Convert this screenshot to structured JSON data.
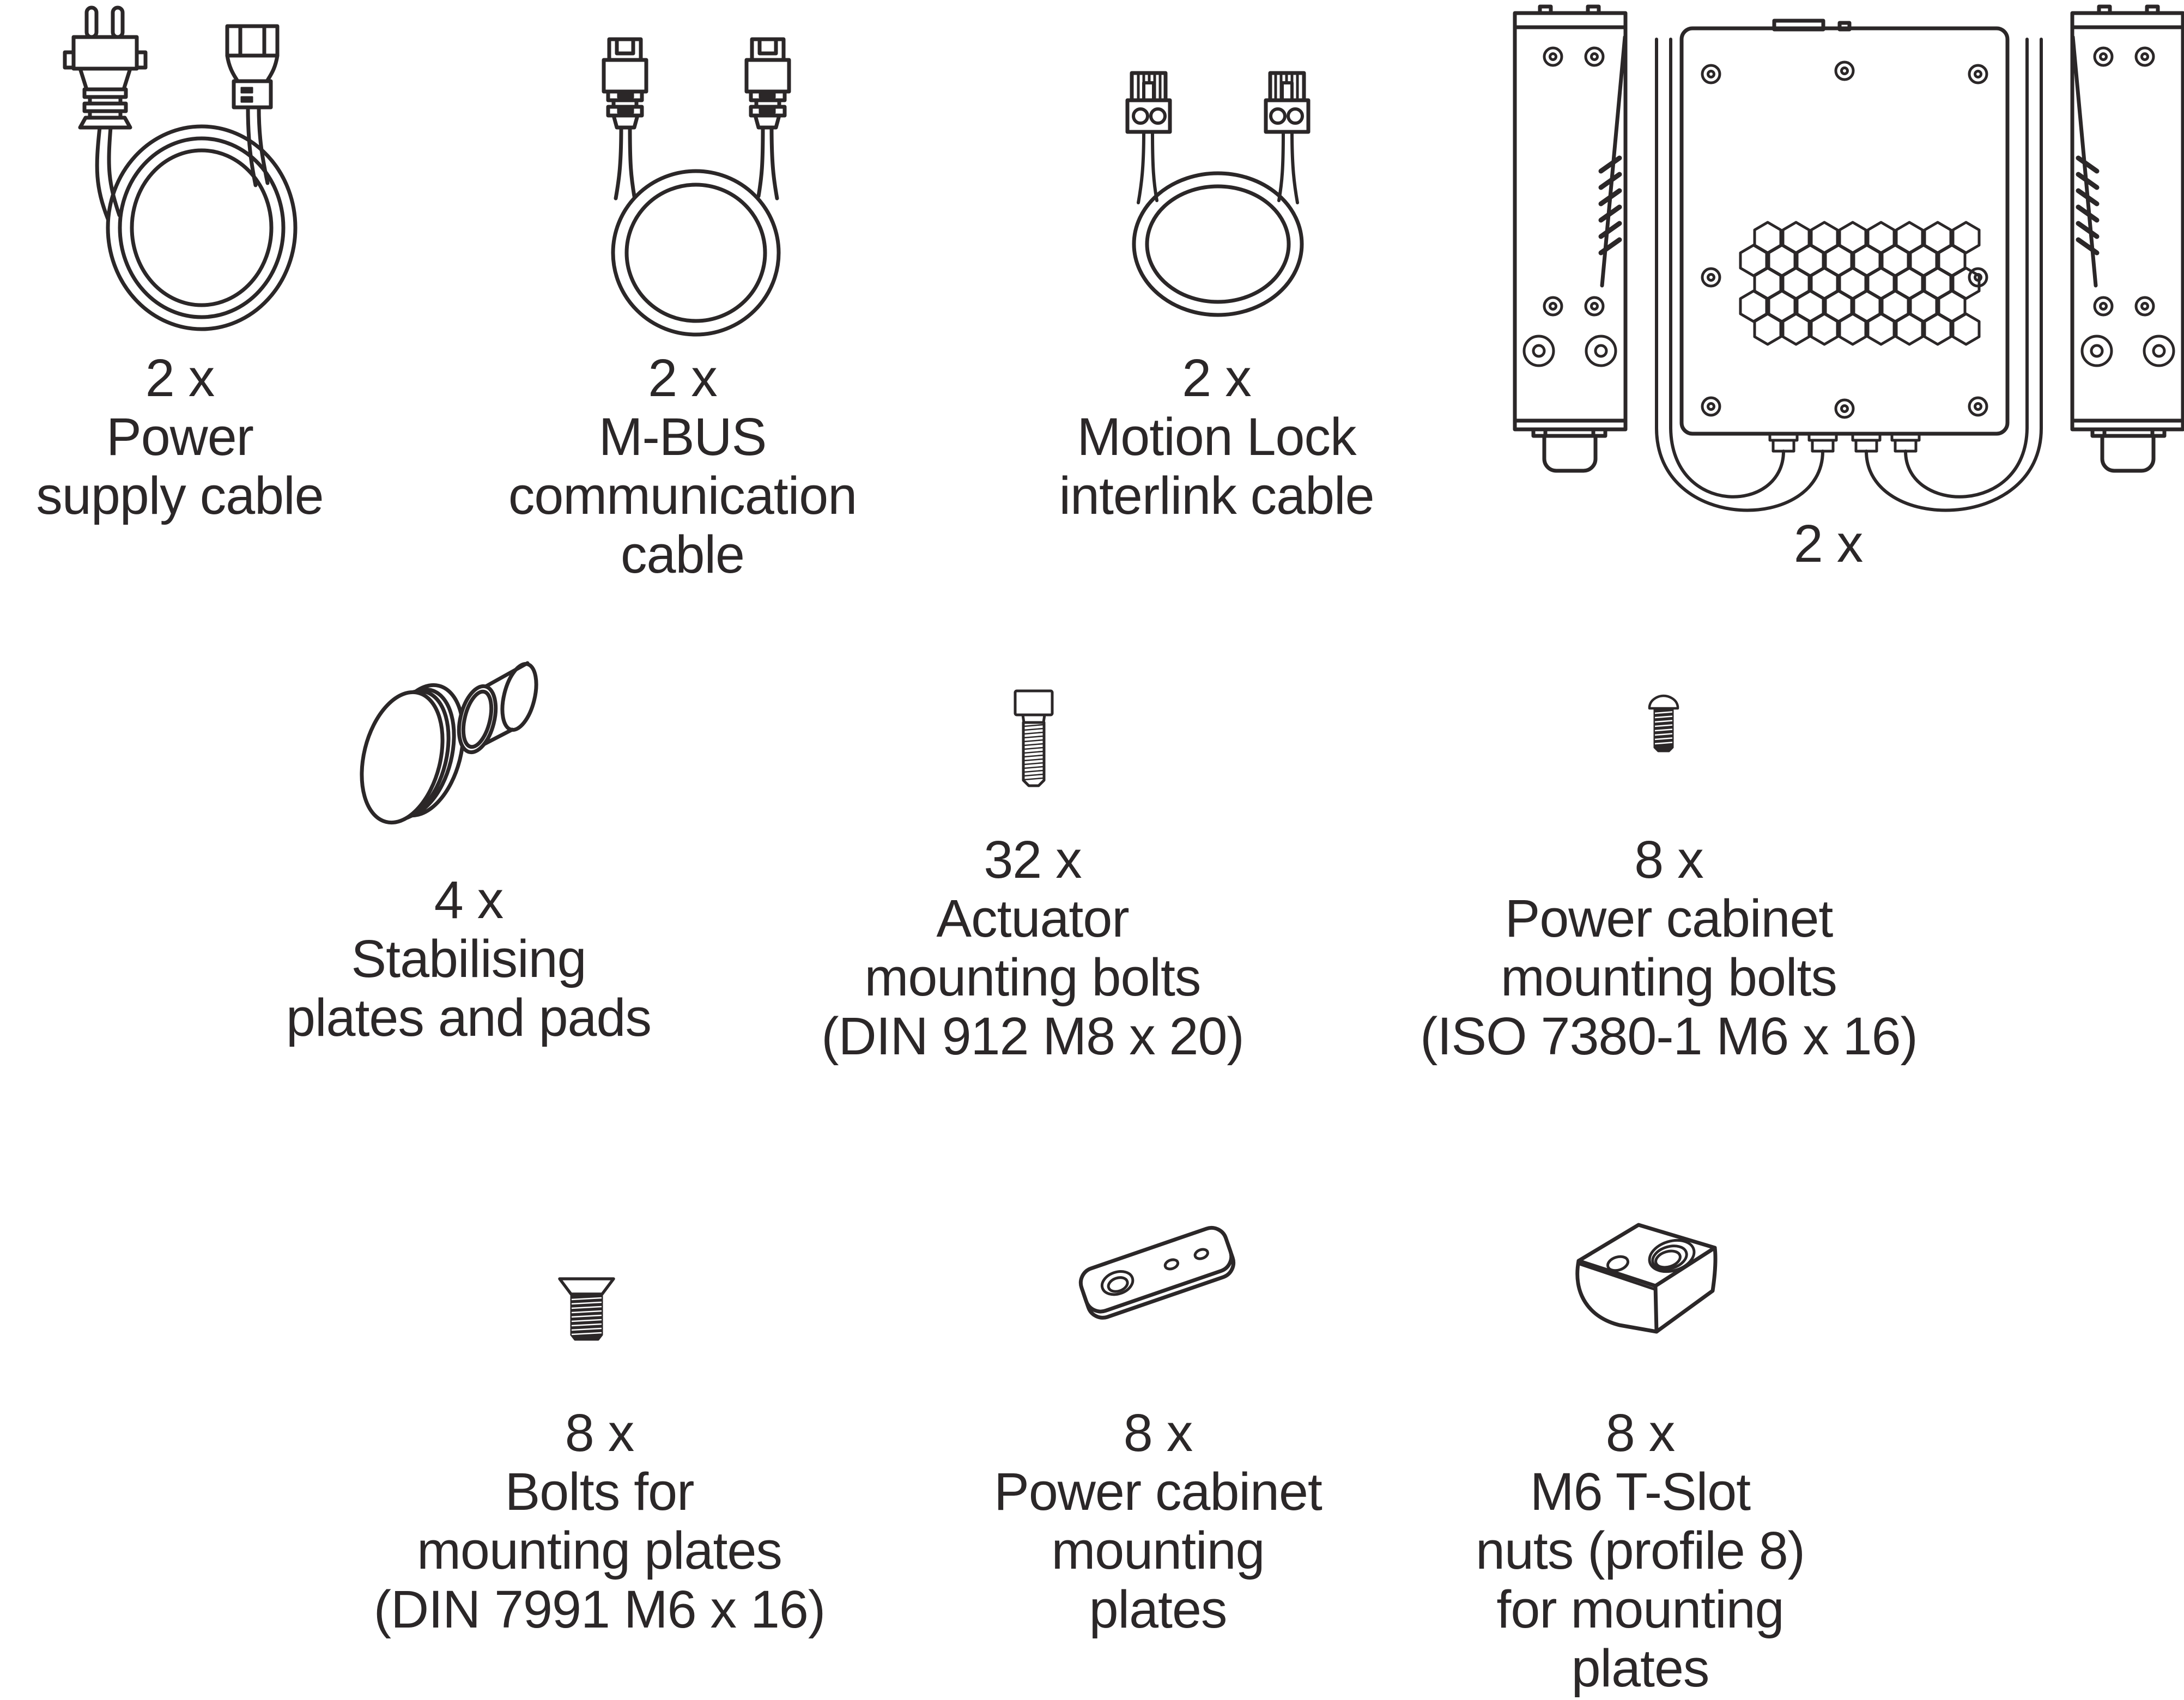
{
  "page": {
    "background": "#ffffff",
    "ink_color": "#2b2728"
  },
  "items": [
    {
      "id": "power-supply-cable",
      "qty": "2 x",
      "lines": [
        "Power",
        "supply cable"
      ],
      "icon": "mains-plug-cable-coil"
    },
    {
      "id": "mbus-communication-cable",
      "qty": "2 x",
      "lines": [
        "M-BUS",
        "communication",
        "cable"
      ],
      "icon": "rj45-cable-coil"
    },
    {
      "id": "motion-lock-interlink-cable",
      "qty": "2 x",
      "lines": [
        "Motion Lock",
        "interlink cable"
      ],
      "icon": "two-pin-cable-coil"
    },
    {
      "id": "power-cabinet-assembly",
      "qty": "2 x",
      "lines": [],
      "icon": "power-cabinet-with-actuator-columns"
    },
    {
      "id": "stabilising-plates-and-pads",
      "qty": "4 x",
      "lines": [
        "Stabilising",
        "plates and pads"
      ],
      "icon": "disc-and-pad"
    },
    {
      "id": "actuator-mounting-bolts",
      "qty": "32 x",
      "lines": [
        "Actuator",
        "mounting bolts",
        "(DIN 912 M8 x 20)"
      ],
      "icon": "socket-head-bolt"
    },
    {
      "id": "power-cabinet-mounting-bolts",
      "qty": "8 x",
      "lines": [
        "Power cabinet",
        "mounting bolts",
        "(ISO 7380-1 M6 x 16)"
      ],
      "icon": "button-head-bolt"
    },
    {
      "id": "bolts-for-mounting-plates",
      "qty": "8 x",
      "lines": [
        "Bolts for",
        "mounting plates",
        "(DIN 7991 M6 x 16)"
      ],
      "icon": "countersunk-bolt"
    },
    {
      "id": "power-cabinet-mounting-plates",
      "qty": "8 x",
      "lines": [
        "Power cabinet",
        "mounting",
        "plates"
      ],
      "icon": "flat-mounting-plate"
    },
    {
      "id": "m6-t-slot-nuts",
      "qty": "8 x",
      "lines": [
        "M6 T-Slot",
        "nuts (profile 8)",
        "for mounting",
        "plates"
      ],
      "icon": "t-slot-nut"
    }
  ]
}
